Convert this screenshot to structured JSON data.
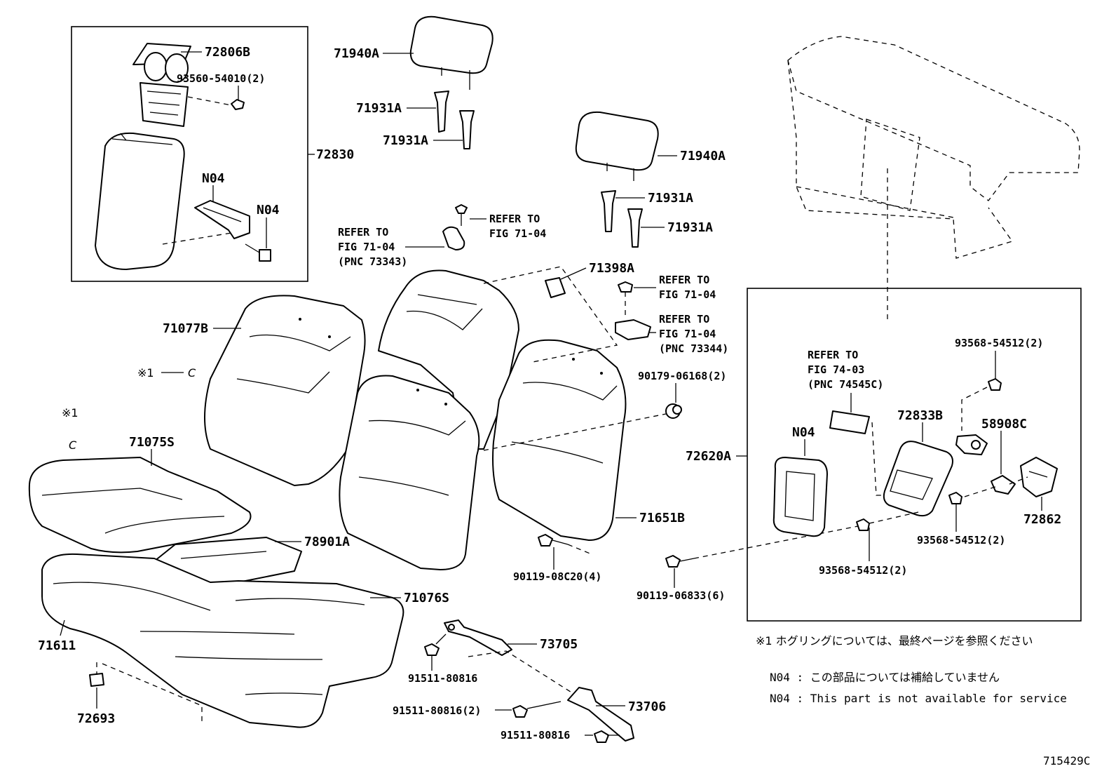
{
  "callouts": {
    "c72806B": "72806B",
    "c93560": "93560-54010(2)",
    "c72830": "72830",
    "cN04a": "N04",
    "cN04b": "N04",
    "c71940A1": "71940A",
    "c71931A1": "71931A",
    "c71931A2": "71931A",
    "c71940A2": "71940A",
    "c71931A3": "71931A",
    "c71931A4": "71931A",
    "c71398A": "71398A",
    "c71077B": "71077B",
    "c71075S": "71075S",
    "c78901A": "78901A",
    "c71076S": "71076S",
    "c71611": "71611",
    "c72693": "72693",
    "c71651B": "71651B",
    "c90179": "90179-06168(2)",
    "c90119a": "90119-08C20(4)",
    "c90119b": "90119-06833(6)",
    "c73705": "73705",
    "c91511a": "91511-80816",
    "c91511b": "91511-80816(2)",
    "c91511c": "91511-80816",
    "c73706": "73706",
    "c72620A": "72620A",
    "cN04c": "N04",
    "c72833B": "72833B",
    "c58908C": "58908C",
    "c72862": "72862",
    "c93568a": "93568-54512(2)",
    "c93568b": "93568-54512(2)",
    "c93568c": "93568-54512(2)"
  },
  "refers": {
    "r1_l1": "REFER TO",
    "r1_l2": "FIG 71-04",
    "r1_l3": "(PNC 73343)",
    "r2_l1": "REFER TO",
    "r2_l2": "FIG 71-04",
    "r3_l1": "REFER TO",
    "r3_l2": "FIG 71-04",
    "r4_l1": "REFER TO",
    "r4_l2": "FIG 71-04",
    "r4_l3": "(PNC 73344)",
    "r5_l1": "REFER TO",
    "r5_l2": "FIG 74-03",
    "r5_l3": "(PNC 74545C)"
  },
  "marks": {
    "m1_symbol": "※1",
    "m1_letter": "C",
    "m2_symbol": "※1",
    "m2_letter": "C"
  },
  "notes": {
    "note1": "※1  ホグリングについては、最終ページを参照ください",
    "note2": "N04 : この部品については補給していません",
    "note3": "N04 : This part is not available for service"
  },
  "figure_id": "715429C"
}
